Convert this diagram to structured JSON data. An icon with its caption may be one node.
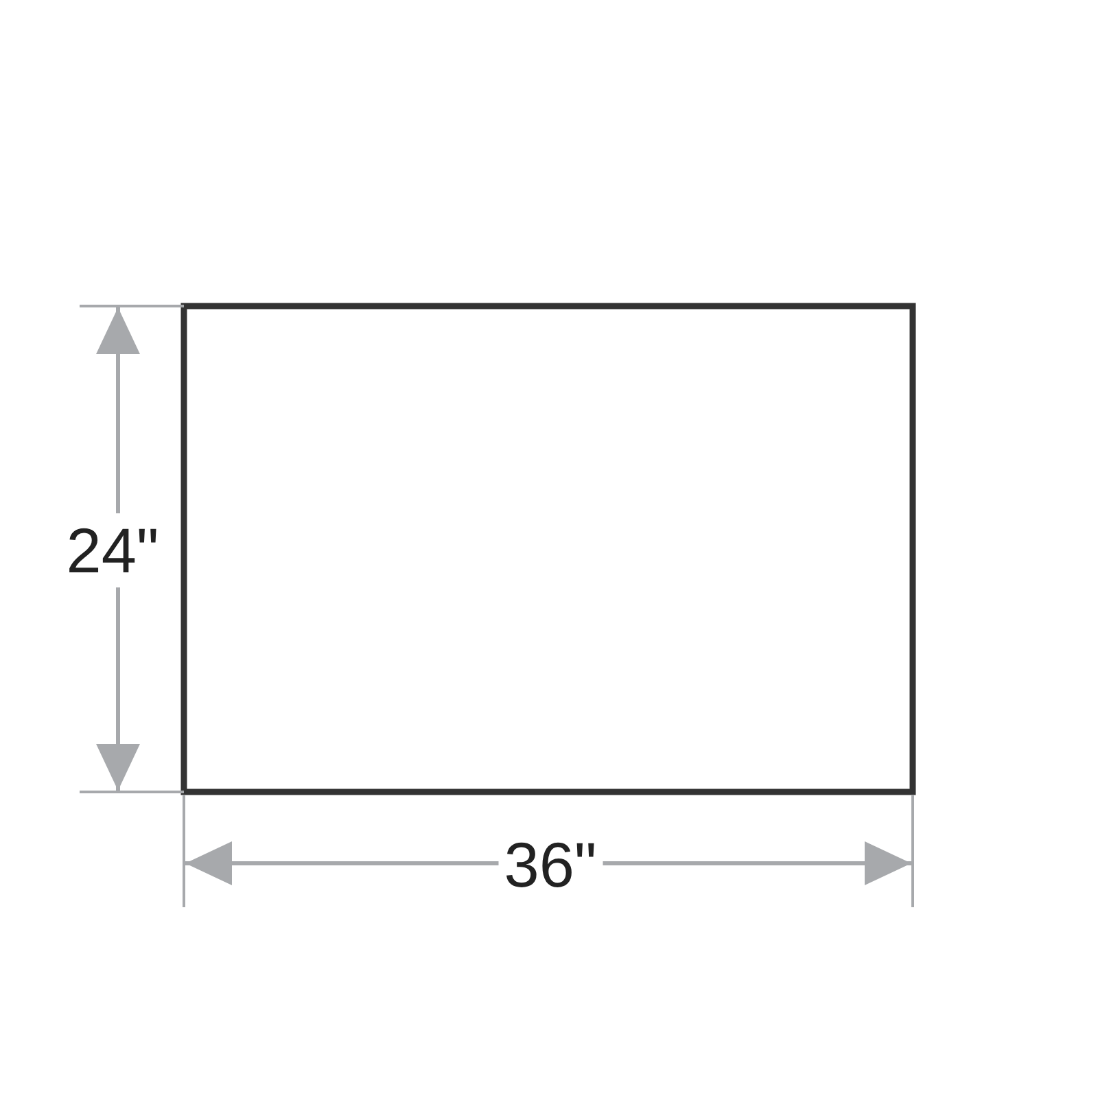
{
  "diagram": {
    "nodes": [
      {
        "text": [],
        "shape": "box"
      }
    ],
    "labels": [
      "24\"",
      "36\""
    ]
  }
}
